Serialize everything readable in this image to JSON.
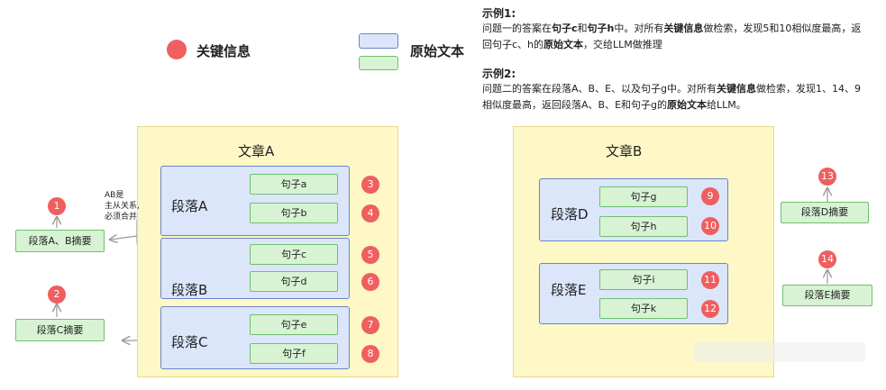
{
  "legend": {
    "key_info": "关键信息",
    "original_text": "原始文本"
  },
  "examples": [
    {
      "title": "示例1:",
      "segments": [
        {
          "t": "问题一的答案在",
          "b": false
        },
        {
          "t": "句子c",
          "b": true
        },
        {
          "t": "和",
          "b": false
        },
        {
          "t": "句子h",
          "b": true
        },
        {
          "t": "中。对所有",
          "b": false
        },
        {
          "t": "关键信息",
          "b": true
        },
        {
          "t": "做检索，发现5和10相似度最高，返回句子c、h的",
          "b": false
        },
        {
          "t": "原始文本",
          "b": true
        },
        {
          "t": "，交给LLM做推理",
          "b": false
        }
      ]
    },
    {
      "title": "示例2:",
      "segments": [
        {
          "t": "问题二的答案在段落A、B、E、以及句子g中。对所有",
          "b": false
        },
        {
          "t": "关键信息",
          "b": true
        },
        {
          "t": "做检索，发现1、14、9相似度最高，返回段落A、B、E和句子g的",
          "b": false
        },
        {
          "t": "原始文本",
          "b": true
        },
        {
          "t": "给LLM。",
          "b": false
        }
      ]
    }
  ],
  "articleA": {
    "title": "文章A",
    "paras": [
      {
        "label": "段落A",
        "sentences": [
          {
            "label": "句子a",
            "num": "3"
          },
          {
            "label": "句子b",
            "num": "4"
          }
        ]
      },
      {
        "label": "段落B",
        "sentences": [
          {
            "label": "句子c",
            "num": "5"
          },
          {
            "label": "句子d",
            "num": "6"
          }
        ]
      },
      {
        "label": "段落C",
        "sentences": [
          {
            "label": "句子e",
            "num": "7"
          },
          {
            "label": "句子f",
            "num": "8"
          }
        ]
      }
    ]
  },
  "articleB": {
    "title": "文章B",
    "paras": [
      {
        "label": "段落D",
        "sentences": [
          {
            "label": "句子g",
            "num": "9"
          },
          {
            "label": "句子h",
            "num": "10"
          }
        ]
      },
      {
        "label": "段落E",
        "sentences": [
          {
            "label": "句子i",
            "num": "11"
          },
          {
            "label": "句子k",
            "num": "12"
          }
        ]
      }
    ]
  },
  "summaries": {
    "ab": {
      "label": "段落A、B摘要",
      "num": "1"
    },
    "c": {
      "label": "段落C摘要",
      "num": "2"
    },
    "d": {
      "label": "段落D摘要",
      "num": "13"
    },
    "e": {
      "label": "段落E摘要",
      "num": "14"
    }
  },
  "note": [
    "AB是",
    "主从关系,",
    "必须合并"
  ],
  "colors": {
    "key_info": "#ef5f5f",
    "paragraph_fill": "#dbe6fb",
    "paragraph_border": "#6b83c9",
    "sentence_fill": "#d8f3d4",
    "sentence_border": "#6fbf6f",
    "article_fill": "#fdf8c6"
  }
}
